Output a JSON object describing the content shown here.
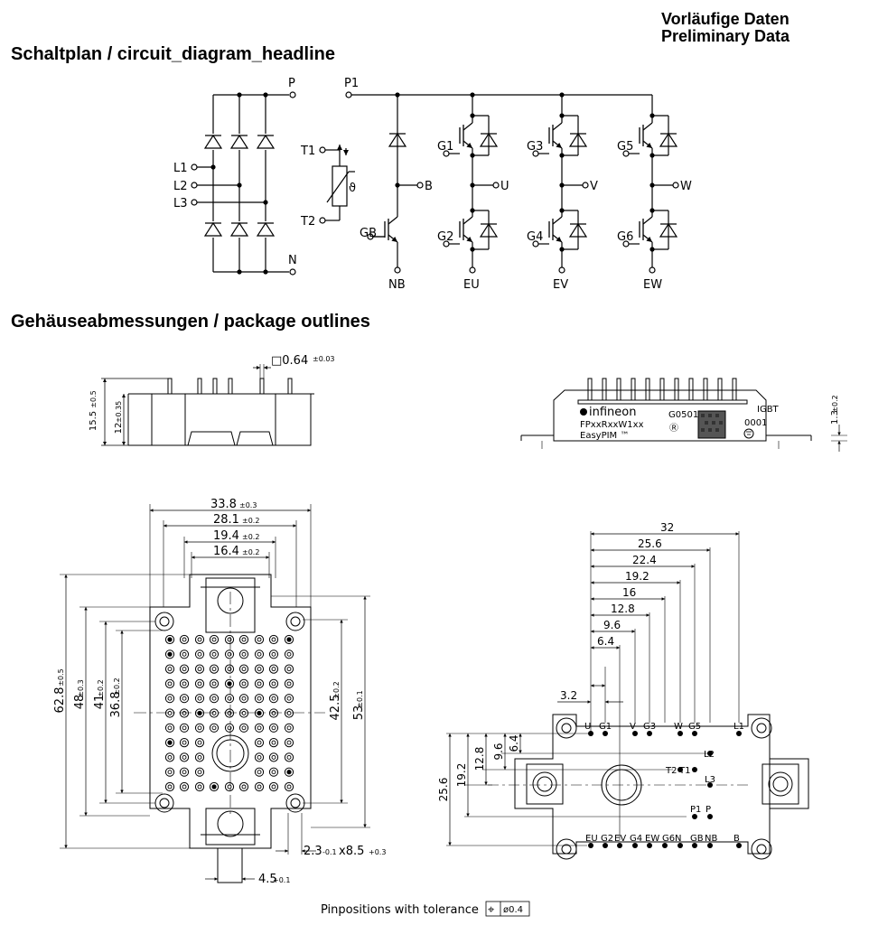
{
  "header": {
    "prelim_de": "Vorläufige Daten",
    "prelim_en": "Preliminary Data"
  },
  "sections": {
    "schematic_title": "Schaltplan / circuit_diagram_headline",
    "outline_title": "Gehäuseabmessungen / package outlines"
  },
  "schematic": {
    "terminals": {
      "P": "P",
      "P1": "P1",
      "N": "N",
      "L1": "L1",
      "L2": "L2",
      "L3": "L3",
      "T1": "T1",
      "T2": "T2",
      "theta": "ϑ",
      "B": "B",
      "GB": "GB",
      "NB": "NB",
      "G1": "G1",
      "G2": "G2",
      "G3": "G3",
      "G4": "G4",
      "G5": "G5",
      "G6": "G6",
      "U": "U",
      "V": "V",
      "W": "W",
      "EU": "EU",
      "EV": "EV",
      "EW": "EW"
    }
  },
  "side_view": {
    "pin_dim": "□0.64",
    "pin_tol": "±0.03",
    "height_a": "15.5",
    "height_a_tol": "±0.5",
    "height_b": "12",
    "height_b_tol": "±0.35"
  },
  "front_view": {
    "brand": "infineon",
    "part": "FPxxRxxW1xx",
    "family": "EasyPIM ™",
    "lot": "G0501",
    "serial": "0001",
    "type": "IGBT",
    "dim": "1.3",
    "dim_tol": "±0.2"
  },
  "bottom_view": {
    "dims_h": [
      {
        "v": "33.8",
        "t": "±0.3"
      },
      {
        "v": "28.1",
        "t": "±0.2"
      },
      {
        "v": "19.4",
        "t": "±0.2"
      },
      {
        "v": "16.4",
        "t": "±0.2"
      }
    ],
    "dims_v": [
      {
        "v": "62.8",
        "t": "±0.5"
      },
      {
        "v": "48",
        "t": "±0.3"
      },
      {
        "v": "41",
        "t": "±0.2"
      },
      {
        "v": "36.8",
        "t": "±0.2"
      },
      {
        "v": "42.5",
        "t": "±0.2"
      },
      {
        "v": "53",
        "t": "±0.1"
      }
    ],
    "slot": "2.3",
    "slot_tol": "-0.1",
    "slot_x": "x8.5",
    "slot_x_tol": "+0.3",
    "tab": "4.5",
    "tab_tol": "+0.1"
  },
  "pin_view": {
    "dims_h": [
      "32",
      "25.6",
      "22.4",
      "19.2",
      "16",
      "12.8",
      "9.6",
      "6.4",
      "3.2"
    ],
    "dims_v": [
      "25.6",
      "19.2",
      "12.8",
      "9.6",
      "6.4"
    ],
    "top_pins": [
      "U",
      "G1",
      "V",
      "G3",
      "W",
      "G5",
      "L1"
    ],
    "mid_pins": [
      "L2",
      "T2",
      "T1",
      "L3",
      "P1",
      "P"
    ],
    "bottom_pins": [
      "EU",
      "G2",
      "EV",
      "G4",
      "EW",
      "G6",
      "N",
      "GB",
      "NB",
      "B"
    ]
  },
  "tolerance": {
    "text": "Pinpositions with tolerance",
    "symbol": "⌖",
    "value": "ø0.4"
  }
}
